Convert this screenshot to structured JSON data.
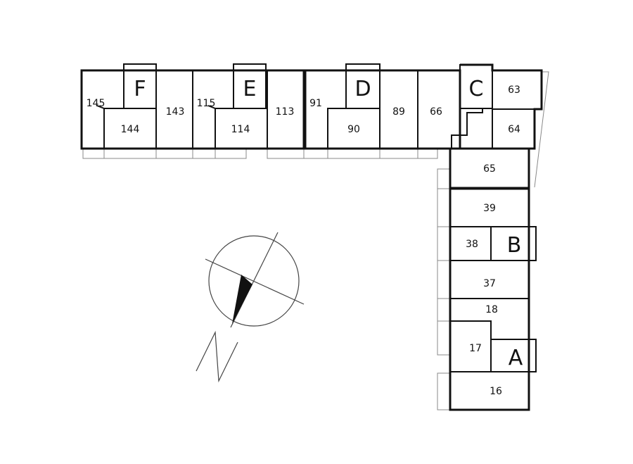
{
  "entrances": {
    "a": "A",
    "b": "B",
    "c": "C",
    "d": "D",
    "e": "E",
    "f": "F"
  },
  "units": {
    "u16": "16",
    "u17": "17",
    "u18": "18",
    "u37": "37",
    "u38": "38",
    "u39": "39",
    "u63": "63",
    "u64": "64",
    "u65": "65",
    "u66": "66",
    "u89": "89",
    "u90": "90",
    "u91": "91",
    "u113": "113",
    "u114": "114",
    "u115": "115",
    "u143": "143",
    "u144": "144",
    "u145": "145"
  }
}
